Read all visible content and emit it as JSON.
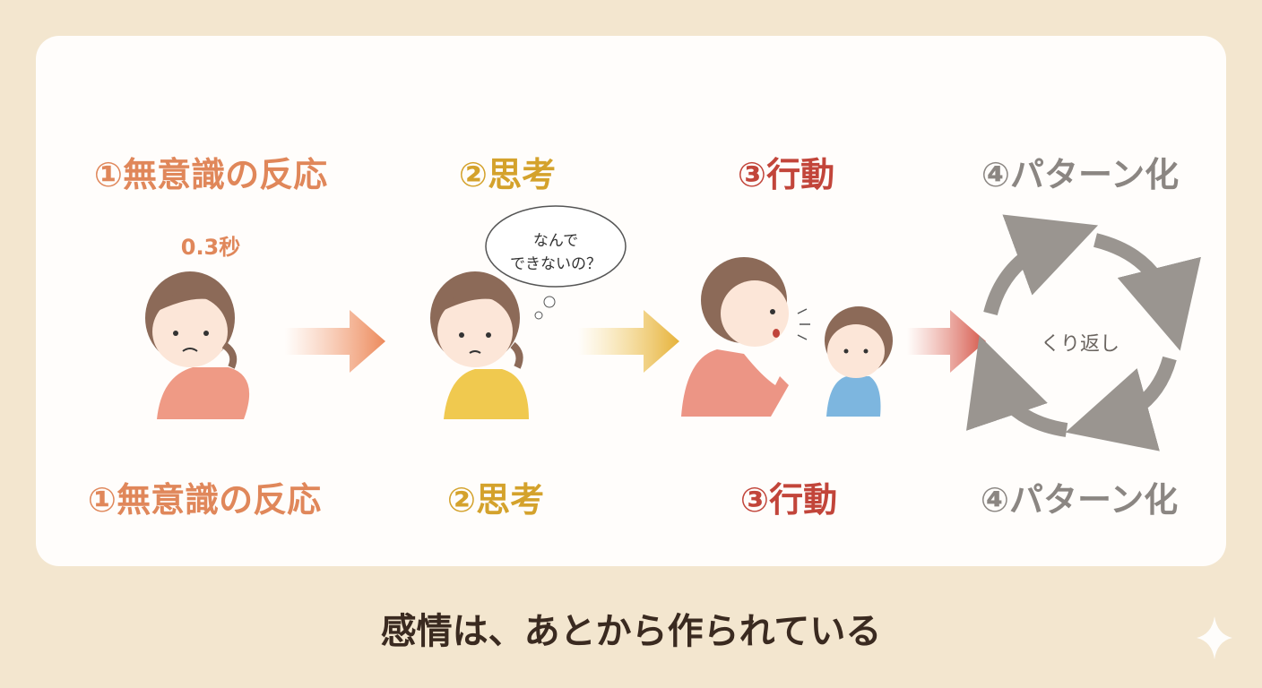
{
  "steps_top": [
    "①無意識の反応",
    "②思考",
    "③行動",
    "④パターン化"
  ],
  "steps_bottom": [
    "①無意識の反応",
    "②思考",
    "③行動",
    "④パターン化"
  ],
  "reaction_time": "0.3秒",
  "thought_bubble": [
    "なんで",
    "できないの？"
  ],
  "cycle_label": "くり返し",
  "caption": "感情は、あとから作られている",
  "colors": {
    "step1": "#e0875a",
    "step2": "#d4a22c",
    "step3": "#c2453a",
    "step4": "#8b8682",
    "background": "#f3e6cf"
  }
}
